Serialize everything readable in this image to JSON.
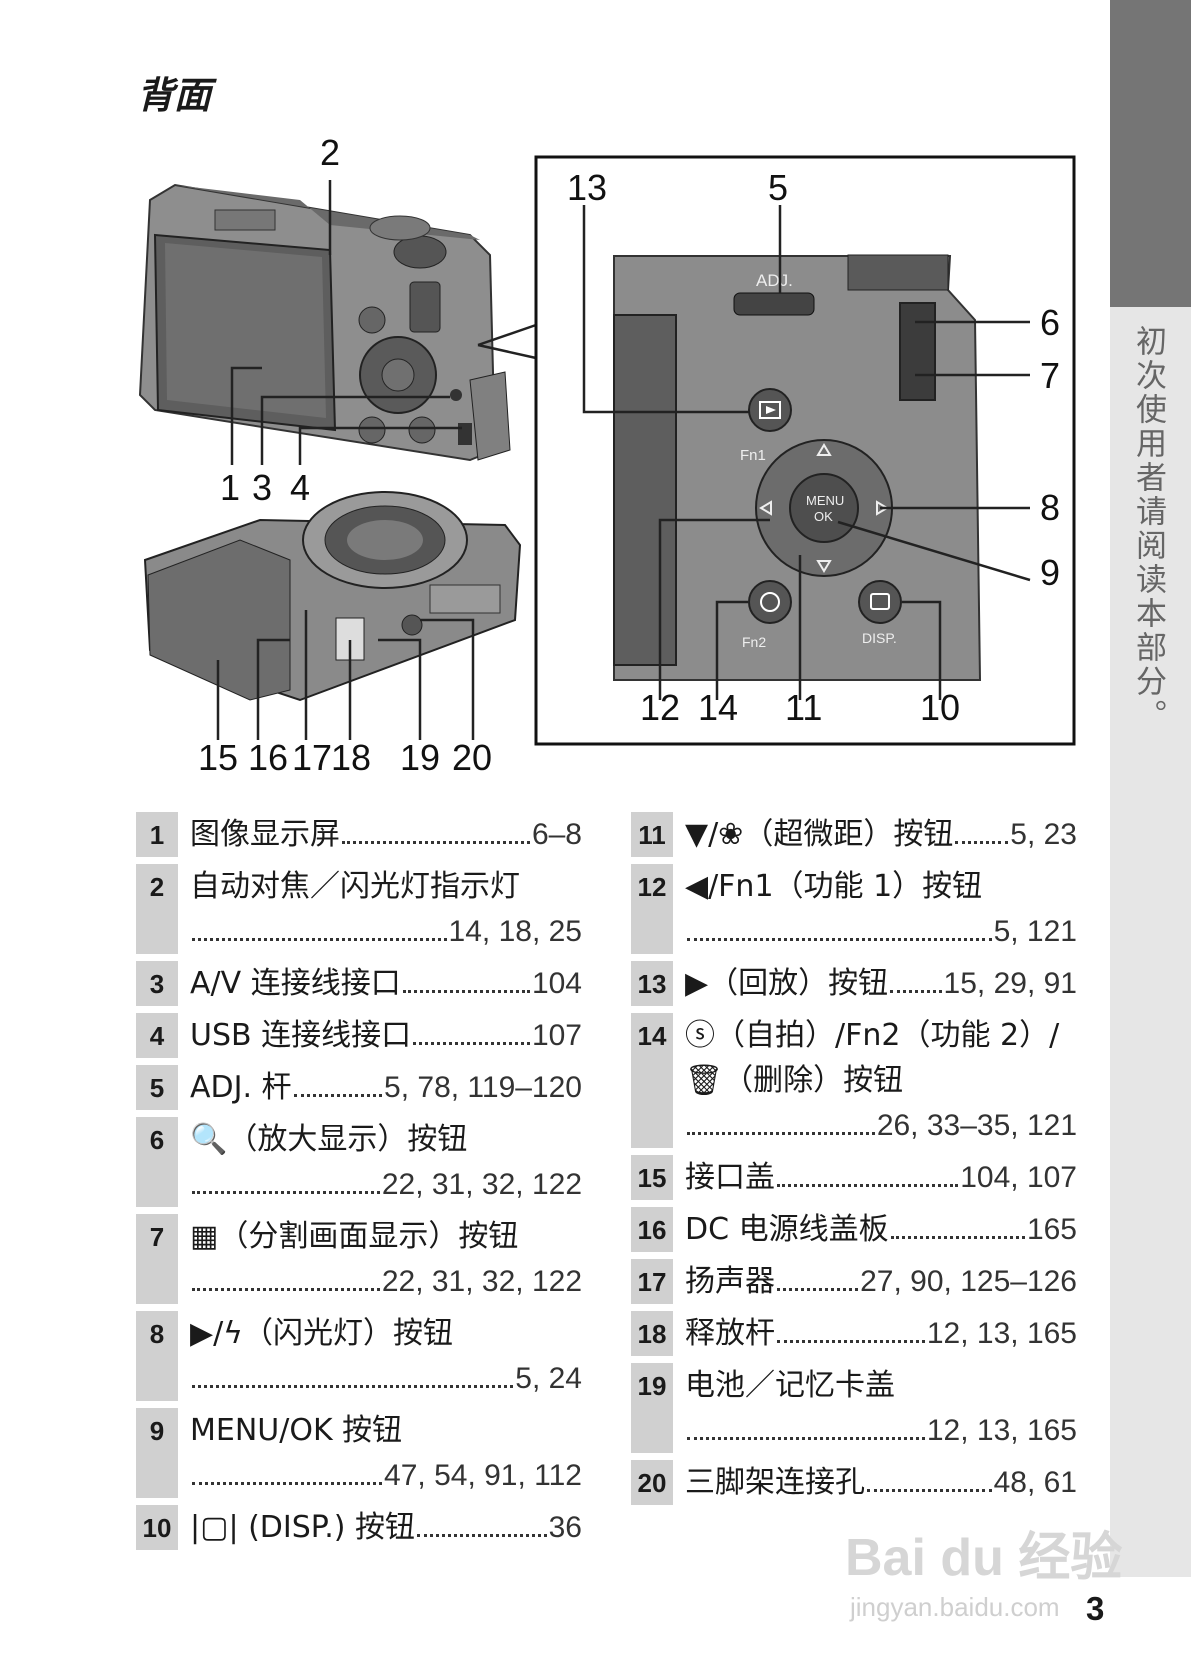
{
  "section_title": "背面",
  "side_tab_text": "初次使用者请阅读本部分。",
  "page_number": "3",
  "watermark": {
    "brand": "Bai du 经验",
    "url": "jingyan.baidu.com"
  },
  "figure": {
    "callouts": {
      "c1": "1",
      "c2": "2",
      "c3": "3",
      "c4": "4",
      "c5": "5",
      "c6": "6",
      "c7": "7",
      "c8": "8",
      "c9": "9",
      "c10": "10",
      "c11": "11",
      "c12": "12",
      "c13": "13",
      "c14": "14",
      "c15": "15",
      "c16": "16",
      "c17": "17",
      "c18": "18",
      "c19": "19",
      "c20": "20"
    },
    "button_labels": {
      "adj": "ADJ.",
      "fn1": "Fn1",
      "fn2": "Fn2",
      "menu": "MENU",
      "ok": "OK",
      "disp": "DISP."
    }
  },
  "parts_left": [
    {
      "num": "1",
      "lines": [
        {
          "label": "图像显示屏",
          "pages": "6–8"
        }
      ]
    },
    {
      "num": "2",
      "lines": [
        {
          "label": "自动对焦／闪光灯指示灯",
          "pages": ""
        },
        {
          "label": "",
          "pages": "14, 18, 25"
        }
      ]
    },
    {
      "num": "3",
      "lines": [
        {
          "label": "A/V 连接线接口",
          "pages": "104"
        }
      ]
    },
    {
      "num": "4",
      "lines": [
        {
          "label": "USB 连接线接口",
          "pages": "107"
        }
      ]
    },
    {
      "num": "5",
      "lines": [
        {
          "label": "ADJ. 杆",
          "pages": "5, 78, 119–120"
        }
      ]
    },
    {
      "num": "6",
      "lines": [
        {
          "label": "🔍（放大显示）按钮",
          "pages": ""
        },
        {
          "label": "",
          "pages": "22, 31, 32, 122"
        }
      ]
    },
    {
      "num": "7",
      "lines": [
        {
          "label": "▦（分割画面显示）按钮",
          "pages": ""
        },
        {
          "label": "",
          "pages": "22, 31, 32, 122"
        }
      ]
    },
    {
      "num": "8",
      "lines": [
        {
          "label": "▶/ϟ（闪光灯）按钮",
          "pages": ""
        },
        {
          "label": "",
          "pages": "5, 24"
        }
      ]
    },
    {
      "num": "9",
      "lines": [
        {
          "label": "MENU/OK 按钮",
          "pages": ""
        },
        {
          "label": "",
          "pages": "47, 54, 91, 112"
        }
      ]
    },
    {
      "num": "10",
      "lines": [
        {
          "label": "|▢| (DISP.) 按钮",
          "pages": "36"
        }
      ]
    }
  ],
  "parts_right": [
    {
      "num": "11",
      "lines": [
        {
          "label": "▼/❀（超微距）按钮",
          "pages": "5, 23"
        }
      ]
    },
    {
      "num": "12",
      "lines": [
        {
          "label": "◀/Fn1（功能 1）按钮",
          "pages": ""
        },
        {
          "label": "",
          "pages": "5, 121"
        }
      ]
    },
    {
      "num": "13",
      "lines": [
        {
          "label": "▶（回放）按钮",
          "pages": "15, 29, 91"
        }
      ]
    },
    {
      "num": "14",
      "lines": [
        {
          "label": "ⓢ（自拍）/Fn2（功能 2）/",
          "pages": ""
        },
        {
          "label": "🗑（删除）按钮",
          "pages": ""
        },
        {
          "label": "",
          "pages": "26, 33–35, 121"
        }
      ]
    },
    {
      "num": "15",
      "lines": [
        {
          "label": "接口盖",
          "pages": "104, 107"
        }
      ]
    },
    {
      "num": "16",
      "lines": [
        {
          "label": "DC 电源线盖板",
          "pages": "165"
        }
      ]
    },
    {
      "num": "17",
      "lines": [
        {
          "label": "扬声器",
          "pages": "27, 90, 125–126"
        }
      ]
    },
    {
      "num": "18",
      "lines": [
        {
          "label": "释放杆",
          "pages": "12, 13, 165"
        }
      ]
    },
    {
      "num": "19",
      "lines": [
        {
          "label": "电池／记忆卡盖",
          "pages": ""
        },
        {
          "label": "",
          "pages": "12, 13, 165"
        }
      ]
    },
    {
      "num": "20",
      "lines": [
        {
          "label": "三脚架连接孔",
          "pages": "48, 61"
        }
      ]
    }
  ]
}
